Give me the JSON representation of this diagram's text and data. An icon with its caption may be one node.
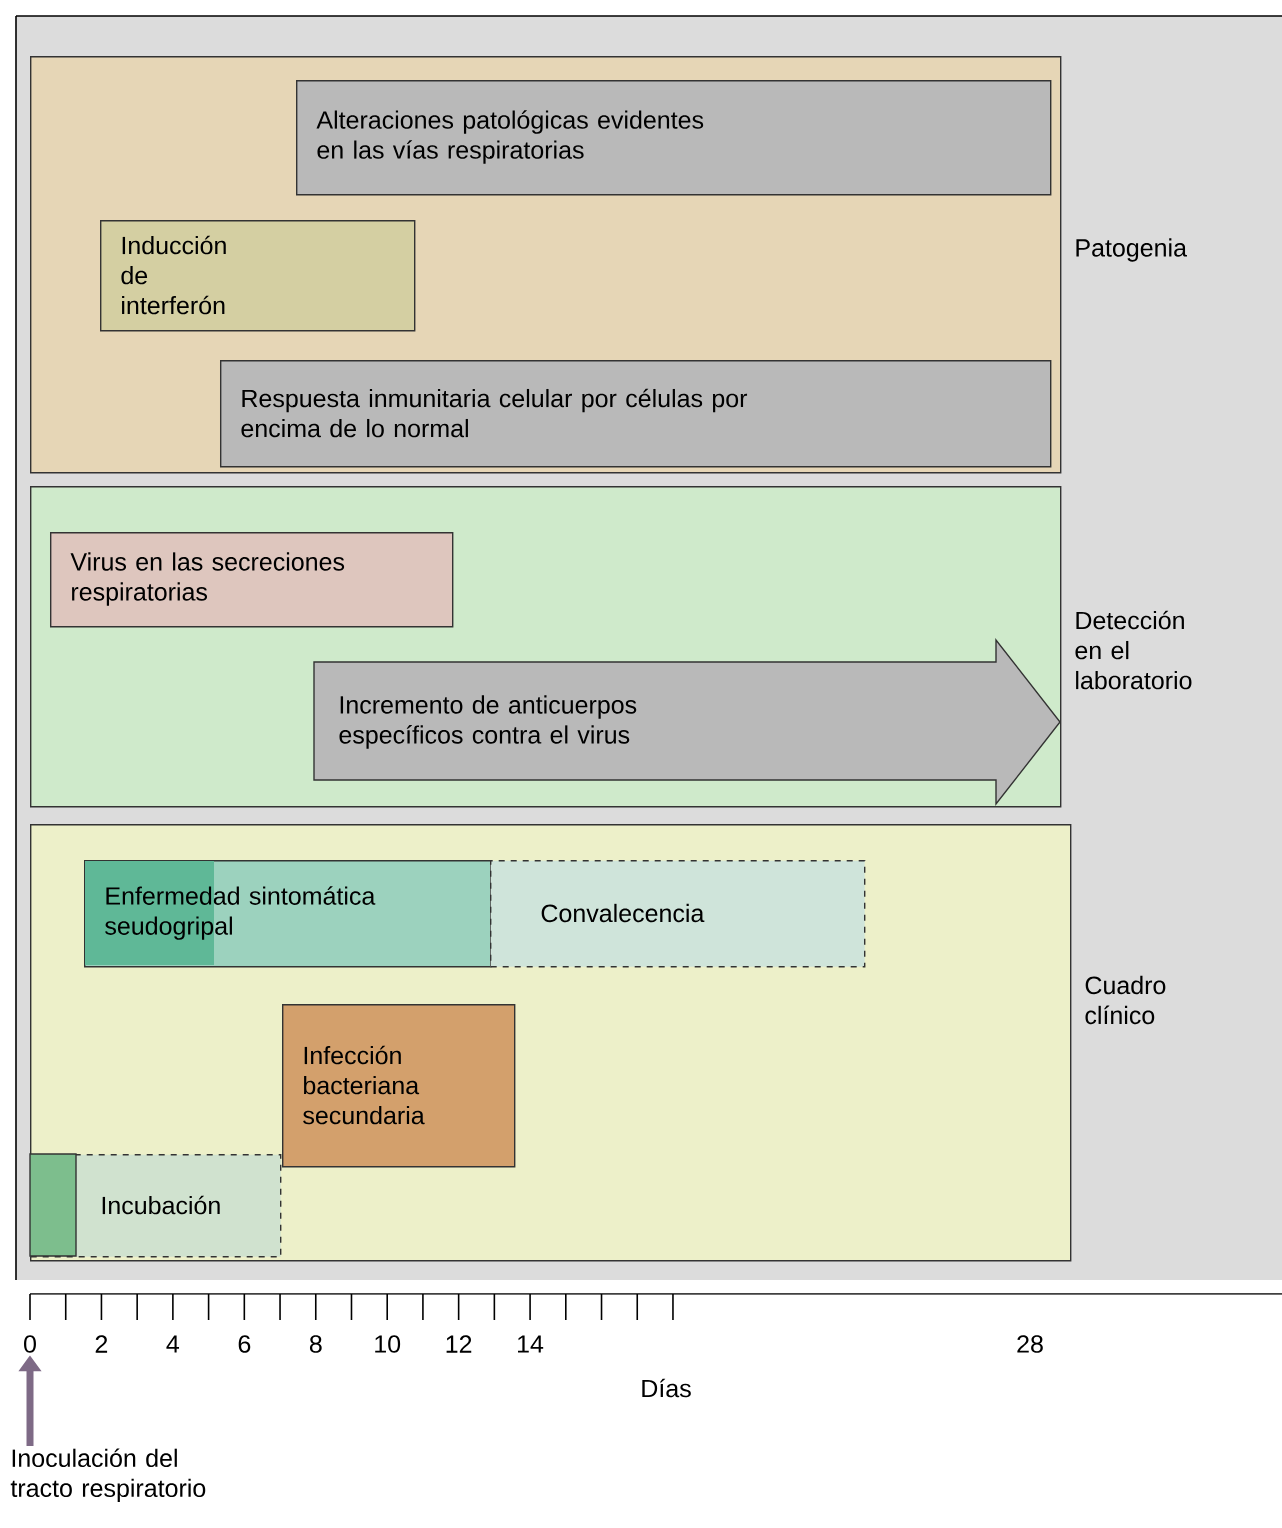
{
  "diagram": {
    "nodes": [
      {
        "text": [
          "Patogenia"
        ]
      },
      {
        "text": [
          "Alteraciones patológicas evidentes en las vías respiratorias"
        ],
        "in": 0
      },
      {
        "text": [
          "Inducción de interferón"
        ],
        "in": 0
      },
      {
        "text": [
          "Respuesta inmunitaria celular por células por encima de lo normal"
        ],
        "in": 0
      },
      {
        "text": [
          "Detección en el laboratorio"
        ]
      },
      {
        "text": [
          "Virus en las secreciones respiratorias"
        ],
        "in": 4
      },
      {
        "text": [
          "Incremento de anticuerpos específicos contra el virus"
        ],
        "in": 4
      },
      {
        "text": [
          "Cuadro clínico"
        ]
      },
      {
        "text": [
          "Enfermedad sintomática seudogripal"
        ],
        "in": 7
      },
      {
        "text": [
          "Convalecencia"
        ],
        "in": 7
      },
      {
        "text": [
          "Infección bacteriana secundaria"
        ],
        "in": 7
      },
      {
        "text": [
          "Incubación"
        ],
        "in": 7
      },
      {
        "text": [
          "Inoculación del tracto respiratorio"
        ]
      },
      {
        "text": [
          "0"
        ]
      }
    ],
    "edges": [
      {
        "from": 12,
        "to": 13,
        "arrow": "to"
      }
    ],
    "labels": [
      "2",
      "4",
      "6",
      "8",
      "10",
      "12",
      "14",
      "28",
      "Días"
    ]
  }
}
